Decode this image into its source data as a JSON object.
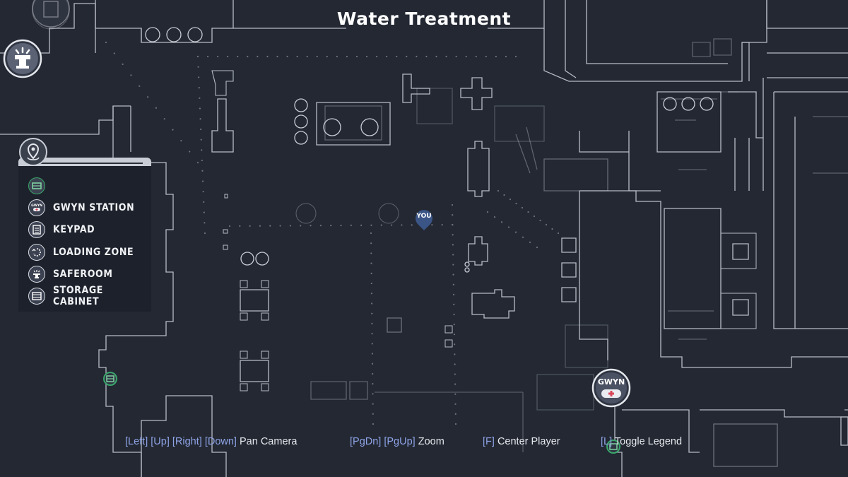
{
  "map": {
    "title": "Water Treatment",
    "player_marker": "YOU",
    "gwyn_marker": "GWYN"
  },
  "legend": {
    "header_icon": "map-pin-icon",
    "items": [
      {
        "icon": "storage-cabinet-green-icon",
        "label": ""
      },
      {
        "icon": "gwyn-station-icon",
        "label": "GWYN STATION"
      },
      {
        "icon": "keypad-icon",
        "label": "KEYPAD"
      },
      {
        "icon": "loading-zone-icon",
        "label": "LOADING ZONE"
      },
      {
        "icon": "saferoom-icon",
        "label": "SAFEROOM"
      },
      {
        "icon": "storage-cabinet-icon",
        "label": "STORAGE CABINET"
      }
    ]
  },
  "hints": [
    {
      "keys": "[Left] [Up] [Right] [Down]",
      "action": "Pan Camera"
    },
    {
      "keys": "[PgDn] [PgUp]",
      "action": "Zoom"
    },
    {
      "keys": "[F]",
      "action": "Center Player"
    },
    {
      "keys": "[L]",
      "action": "Toggle Legend"
    }
  ],
  "colors": {
    "background": "#232833",
    "wall": "#c8ccd4",
    "accent_key": "#8fa4e6",
    "storage_green": "#3aa66b",
    "gwyn_red": "#d8475a"
  }
}
